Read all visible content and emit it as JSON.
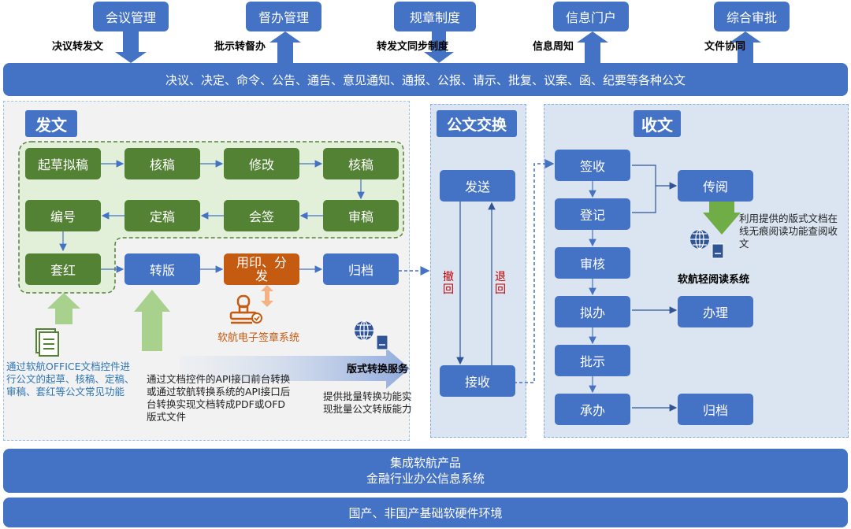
{
  "top_modules": [
    {
      "name": "会议管理",
      "tag": "决议转发文"
    },
    {
      "name": "督办管理",
      "tag": "批示转督办"
    },
    {
      "name": "规章制度",
      "tag": "转发文同步制度"
    },
    {
      "name": "信息门户",
      "tag": "信息周知"
    },
    {
      "name": "综合审批",
      "tag": "文件协同"
    }
  ],
  "doc_types_band": "决议、决定、命令、公告、通告、意见通知、通报、公报、请示、批复、议案、函、纪要等各种公文",
  "send": {
    "title": "发文",
    "steps": {
      "draft": "起草拟稿",
      "check1": "核稿",
      "modify": "修改",
      "check2": "核稿",
      "number": "编号",
      "finalize": "定稿",
      "countersign": "会签",
      "review": "审稿",
      "red_header": "套红",
      "convert": "转版",
      "seal": "用印、分发",
      "archive": "归档"
    },
    "office_control_note": "通过软航OFFICE文档控件进行公文的起草、核稿、定稿、审稿、套红等公文常见功能",
    "signature_system": "软航电子签章系统",
    "api_note": "通过文档控件的API接口前台转换或通过软航转换系统的API接口后台转换实现文档转成PDF或OFD版式文件",
    "format_service": "版式转换服务",
    "batch_note": "提供批量转换功能实现批量公文转版能力"
  },
  "exchange": {
    "title": "公文交换",
    "send": "发送",
    "receive": "接收",
    "withdraw": "撤回",
    "return": "退回"
  },
  "receive": {
    "title": "收文",
    "steps": {
      "sign": "签收",
      "register": "登记",
      "audit": "审核",
      "propose": "拟办",
      "instruct": "批示",
      "undertake": "承办",
      "circulate": "传阅",
      "handle": "办理",
      "archive": "归档"
    },
    "reader_note": "利用提供的版式文档在线无痕阅读功能查阅收文",
    "reader_system": "软航轻阅读系统"
  },
  "bottom": {
    "integrate_line1": "集成软航产品",
    "integrate_line2": "金融行业办公信息系统",
    "env": "国产、非国产基础软硬件环境"
  },
  "colors": {
    "blue": "#4472c4",
    "green": "#548235",
    "orange": "#c55a11",
    "panel": "#dbe5f1",
    "red_text": "#c00000"
  }
}
